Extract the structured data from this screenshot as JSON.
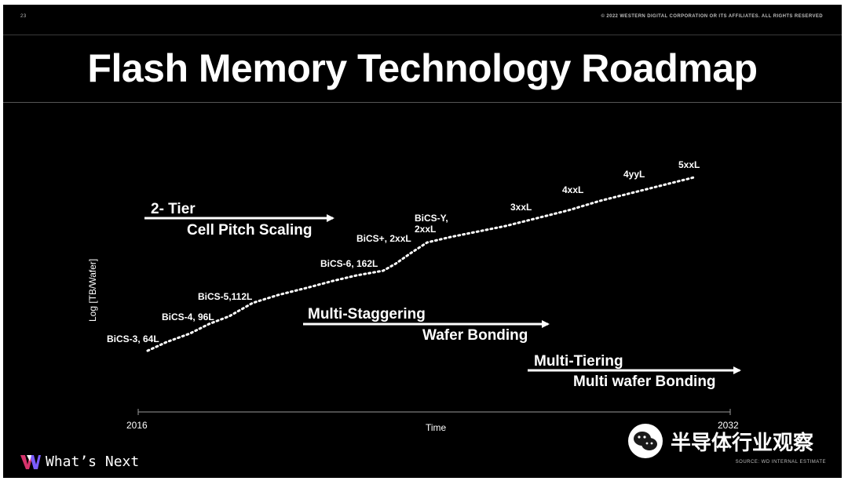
{
  "header": {
    "page_number": "23",
    "copyright": "© 2022 WESTERN DIGITAL CORPORATION OR ITS AFFILIATES. ALL RIGHTS RESERVED"
  },
  "title": "Flash Memory Technology Roadmap",
  "chart_data": {
    "type": "line",
    "xlabel": "Time",
    "ylabel": "Log [TB/Wafer]",
    "x_tick_labels": [
      "2016",
      "2032"
    ],
    "xlim": [
      2016,
      2032
    ],
    "line_style": "dotted",
    "generation_labels": [
      {
        "label": "BiCS-3, 64L"
      },
      {
        "label": "BiCS-4, 96L"
      },
      {
        "label": "BiCS-5,112L"
      },
      {
        "label": "BiCS-6, 162L"
      },
      {
        "label": "BiCS+, 2xxL"
      },
      {
        "label": "BiCS-Y,"
      },
      {
        "label": "2xxL"
      },
      {
        "label": "3xxL"
      },
      {
        "label": "4xxL"
      },
      {
        "label": "4yyL"
      },
      {
        "label": "5xxL"
      }
    ],
    "technology_arrows": [
      {
        "line1": "2- Tier",
        "line2": "Cell Pitch Scaling"
      },
      {
        "line1": "Multi-Staggering",
        "line2": "Wafer Bonding"
      },
      {
        "line1": "Multi-Tiering",
        "line2": "Multi wafer Bonding"
      }
    ]
  },
  "footer": {
    "logo_text": "What’s Next",
    "source": "SOURCE: WD INTERNAL ESTIMATE"
  },
  "watermark": {
    "text": "半导体行业观察"
  },
  "colors": {
    "background": "#000000",
    "foreground": "#ffffff",
    "logo_pink": "#d6336c",
    "logo_purple": "#7b5cff"
  }
}
